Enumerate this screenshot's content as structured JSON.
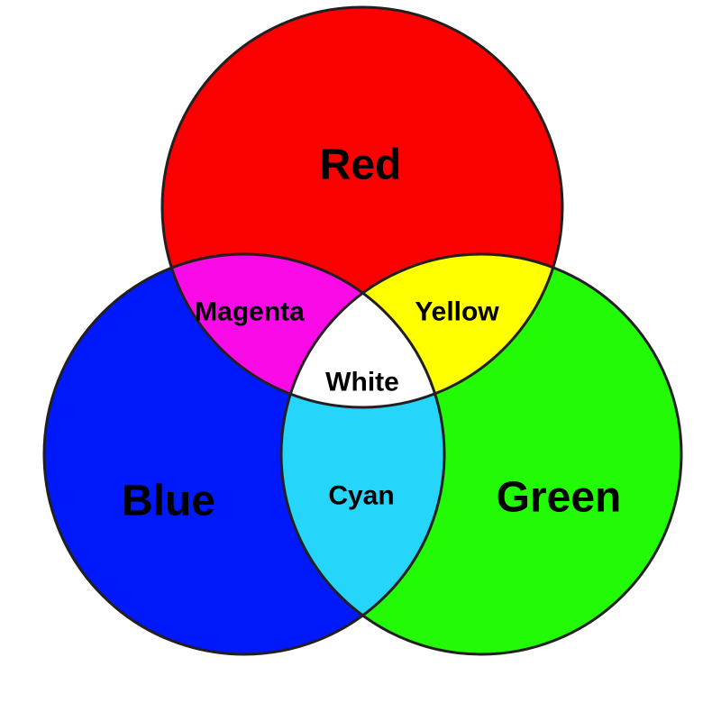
{
  "diagram": {
    "primaries": [
      {
        "label": "Red",
        "color": "#fa0000"
      },
      {
        "label": "Blue",
        "color": "#0019fa"
      },
      {
        "label": "Green",
        "color": "#23fa05"
      }
    ],
    "overlaps": [
      {
        "label": "Magenta",
        "combines": [
          "Red",
          "Blue"
        ],
        "color": "#fa0ae6"
      },
      {
        "label": "Yellow",
        "combines": [
          "Red",
          "Green"
        ],
        "color": "#ffff00"
      },
      {
        "label": "Cyan",
        "combines": [
          "Blue",
          "Green"
        ],
        "color": "#25d6fa"
      },
      {
        "label": "White",
        "combines": [
          "Red",
          "Blue",
          "Green"
        ],
        "color": "#ffffff"
      }
    ],
    "outline_color": "#231f20"
  }
}
